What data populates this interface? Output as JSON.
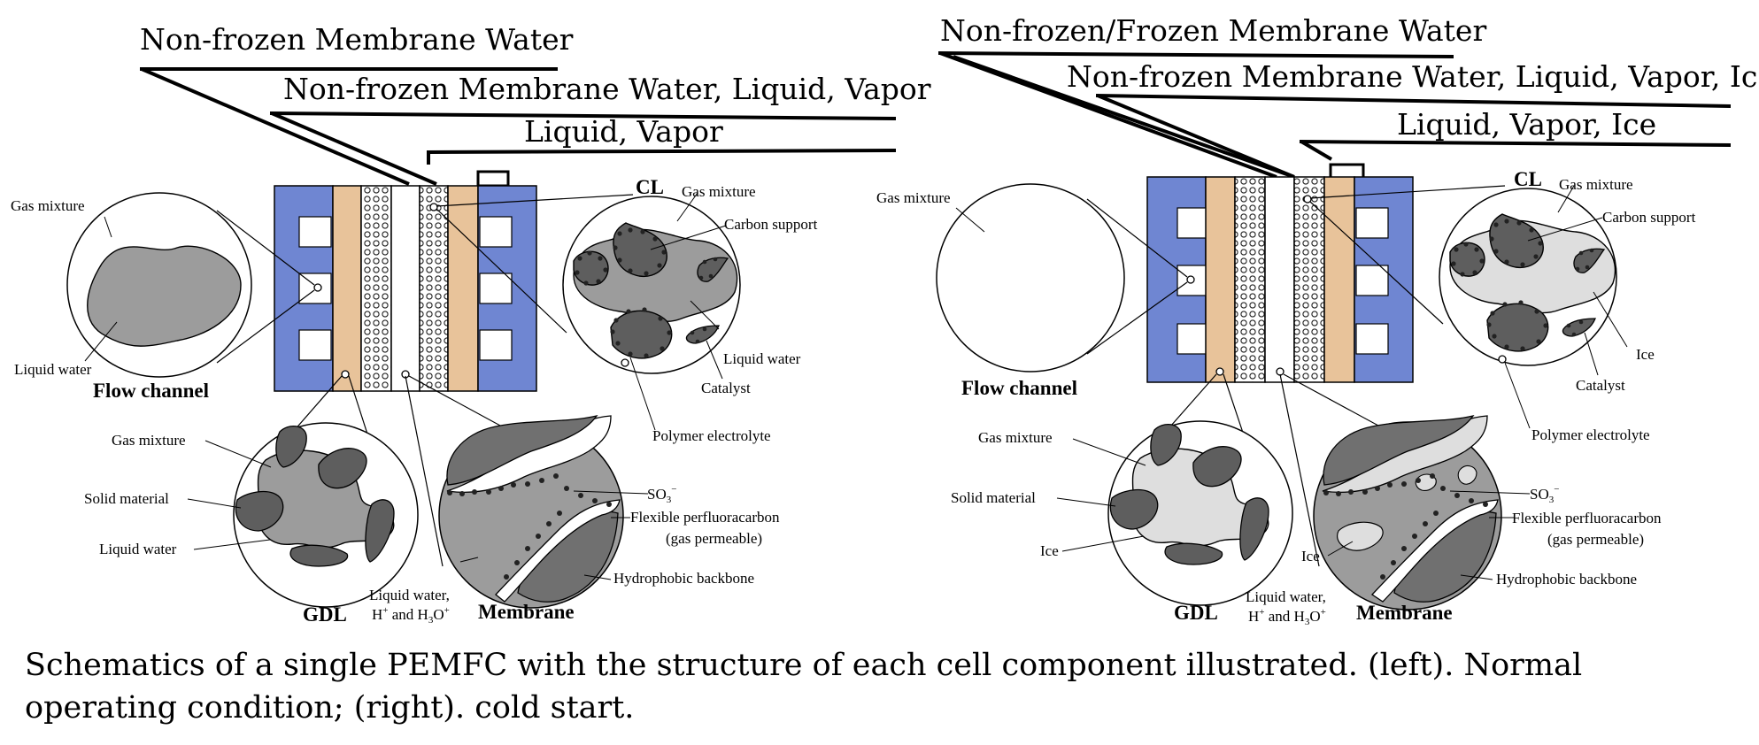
{
  "colors": {
    "plate_blue": "#6F86D2",
    "gdl_tan": "#E8C39A",
    "water_gray": "#9C9C9C",
    "solid_dark": "#5E5E5E",
    "ice_light": "#DEDEDE",
    "membrane_dark": "#707070"
  },
  "left": {
    "callouts": {
      "c1": "Non-frozen Membrane Water",
      "c2": "Non-frozen Membrane Water, Liquid, Vapor",
      "c3": "Liquid, Vapor"
    },
    "flow": {
      "gas_mixture": "Gas mixture",
      "liquid_water": "Liquid water",
      "title": "Flow channel"
    },
    "cl": {
      "title": "CL",
      "gas_mixture": "Gas mixture",
      "carbon_support": "Carbon support",
      "liquid_water": "Liquid water",
      "catalyst": "Catalyst",
      "polymer_electrolyte": "Polymer electrolyte"
    },
    "gdl": {
      "title": "GDL",
      "gas_mixture": "Gas mixture",
      "solid_material": "Solid material",
      "liquid_water": "Liquid water"
    },
    "membrane": {
      "title": "Membrane",
      "so3": "SO",
      "so3_sub": "3",
      "so3_sup": "−",
      "flex1": "Flexible perfluoracarbon",
      "flex2": "(gas permeable)",
      "hydrophobic": "Hydrophobic backbone",
      "water1": "Liquid water,",
      "water2_h": "H",
      "water2_plus": "+",
      "water2_and": " and H",
      "water2_sub": "3",
      "water2_o": "O"
    }
  },
  "right": {
    "callouts": {
      "c1": "Non-frozen/Frozen Membrane Water",
      "c2": "Non-frozen Membrane Water, Liquid, Vapor, Ice",
      "c3": "Liquid, Vapor, Ice"
    },
    "flow": {
      "gas_mixture": "Gas mixture",
      "title": "Flow channel"
    },
    "cl": {
      "title": "CL",
      "gas_mixture": "Gas mixture",
      "carbon_support": "Carbon support",
      "ice": "Ice",
      "catalyst": "Catalyst",
      "polymer_electrolyte": "Polymer electrolyte"
    },
    "gdl": {
      "title": "GDL",
      "gas_mixture": "Gas mixture",
      "solid_material": "Solid material",
      "ice": "Ice"
    },
    "membrane": {
      "title": "Membrane",
      "ice": "Ice",
      "so3": "SO",
      "so3_sub": "3",
      "so3_sup": "−",
      "flex1": "Flexible perfluoracarbon",
      "flex2": "(gas permeable)",
      "hydrophobic": "Hydrophobic backbone",
      "water1": "Liquid water,",
      "water2_h": "H",
      "water2_plus": "+",
      "water2_and": " and H",
      "water2_sub": "3",
      "water2_o": "O"
    }
  },
  "caption": "Schematics of a single PEMFC with the structure of each cell component illustrated. (left). Normal operating condition; (right). cold start."
}
